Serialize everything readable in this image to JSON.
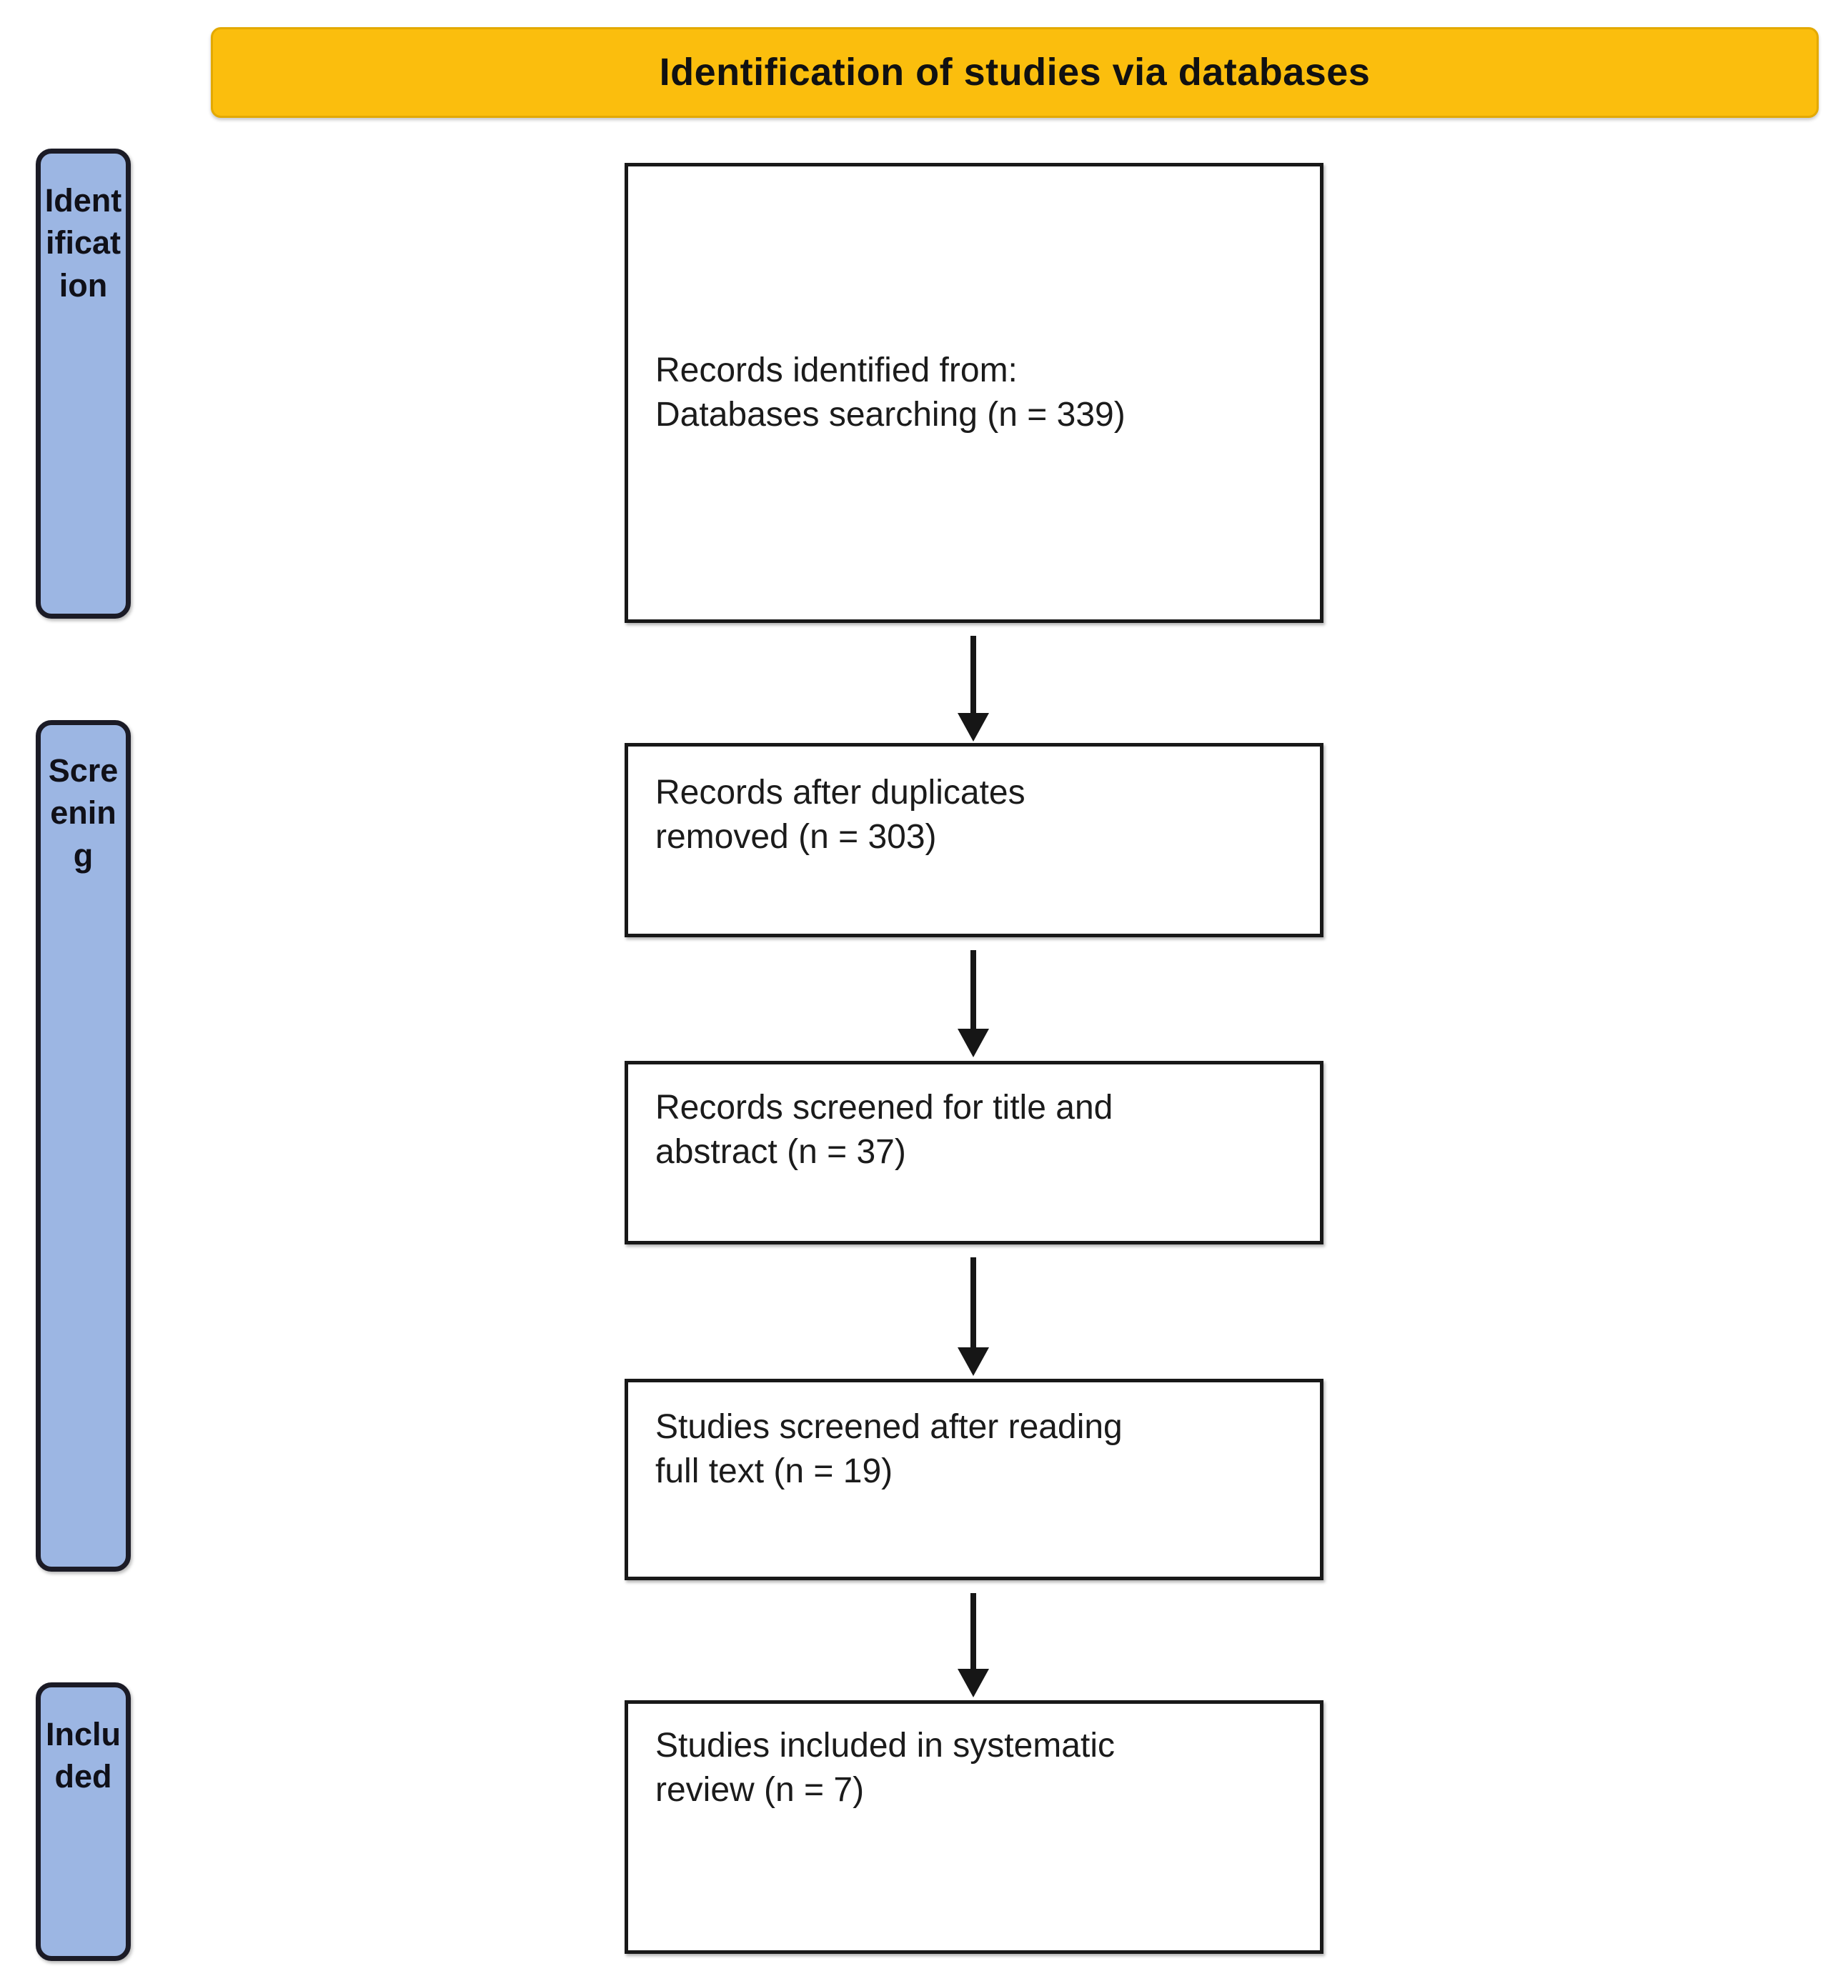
{
  "banner": {
    "title": "Identification of studies via databases"
  },
  "stages": [
    {
      "name": "identification",
      "label": "Identification"
    },
    {
      "name": "screening",
      "label": "Screening"
    },
    {
      "name": "included",
      "label": "Included"
    }
  ],
  "boxes": [
    {
      "name": "records-identified",
      "text": "Records identified from:\nDatabases searching (n = 339)",
      "count": 339
    },
    {
      "name": "records-after-duplicates",
      "text": "Records after duplicates\nremoved (n = 303)",
      "count": 303
    },
    {
      "name": "records-screened-title-abstract",
      "text": "Records screened for title and\nabstract (n = 37)",
      "count": 37
    },
    {
      "name": "studies-screened-full-text",
      "text": "Studies screened after reading\nfull text (n = 19)",
      "count": 19
    },
    {
      "name": "studies-included",
      "text": "Studies included in systematic\nreview (n = 7)",
      "count": 7
    }
  ],
  "colors": {
    "banner_fill": "#FBBE0D",
    "stage_fill": "#9CB6E3",
    "box_border": "#181818",
    "arrow": "#161616",
    "text": "#1b1b1b"
  },
  "chart_data": {
    "type": "diagram",
    "title": "Identification of studies via databases",
    "diagram_kind": "PRISMA flow diagram",
    "stages": [
      "Identification",
      "Screening",
      "Included"
    ],
    "nodes": [
      {
        "stage": "Identification",
        "label": "Records identified from: Databases searching",
        "n": 339
      },
      {
        "stage": "Screening",
        "label": "Records after duplicates removed",
        "n": 303
      },
      {
        "stage": "Screening",
        "label": "Records screened for title and abstract",
        "n": 37
      },
      {
        "stage": "Screening",
        "label": "Studies screened after reading full text",
        "n": 19
      },
      {
        "stage": "Included",
        "label": "Studies included in systematic review",
        "n": 7
      }
    ],
    "edges": [
      {
        "from": "Records identified from: Databases searching",
        "to": "Records after duplicates removed"
      },
      {
        "from": "Records after duplicates removed",
        "to": "Records screened for title and abstract"
      },
      {
        "from": "Records screened for title and abstract",
        "to": "Studies screened after reading full text"
      },
      {
        "from": "Studies screened after reading full text",
        "to": "Studies included in systematic review"
      }
    ]
  }
}
